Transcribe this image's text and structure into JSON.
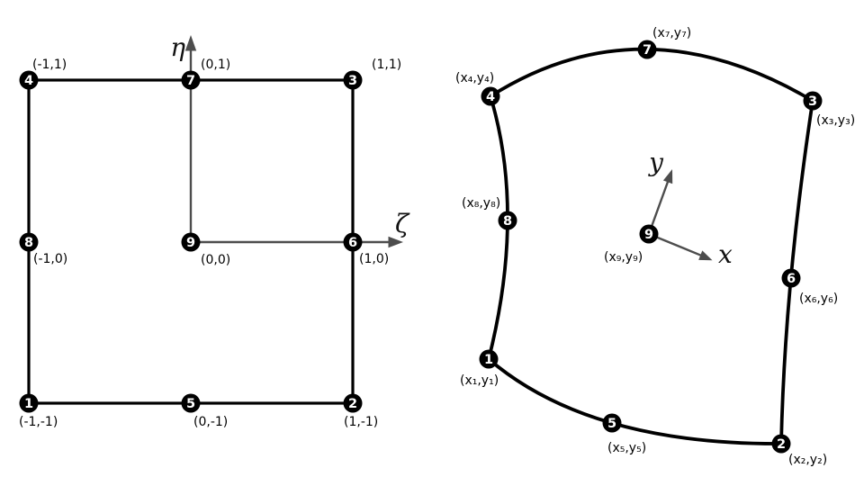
{
  "figure": {
    "left": {
      "axes": {
        "horizontal": "ζ",
        "vertical": "η"
      },
      "nodes": [
        {
          "id": "1",
          "coord": "(-1,-1)"
        },
        {
          "id": "2",
          "coord": "(1,-1)"
        },
        {
          "id": "3",
          "coord": "(1,1)"
        },
        {
          "id": "4",
          "coord": "(-1,1)"
        },
        {
          "id": "5",
          "coord": "(0,-1)"
        },
        {
          "id": "6",
          "coord": "(1,0)"
        },
        {
          "id": "7",
          "coord": "(0,1)"
        },
        {
          "id": "8",
          "coord": "(-1,0)"
        },
        {
          "id": "9",
          "coord": "(0,0)"
        }
      ]
    },
    "right": {
      "axes": {
        "horizontal": "x",
        "vertical": "y"
      },
      "nodes": [
        {
          "id": "1",
          "coord": "(x₁,y₁)"
        },
        {
          "id": "2",
          "coord": "(x₂,y₂)"
        },
        {
          "id": "3",
          "coord": "(x₃,y₃)"
        },
        {
          "id": "4",
          "coord": "(x₄,y₄)"
        },
        {
          "id": "5",
          "coord": "(x₅,y₅)"
        },
        {
          "id": "6",
          "coord": "(x₆,y₆)"
        },
        {
          "id": "7",
          "coord": "(x₇,y₇)"
        },
        {
          "id": "8",
          "coord": "(x₈,y₈)"
        },
        {
          "id": "9",
          "coord": "(x₉,y₉)"
        }
      ]
    },
    "colors": {
      "edge": "#000000",
      "axis": "#4d4d4d",
      "node_fill": "#000000",
      "node_text": "#ffffff",
      "background": "#ffffff"
    }
  }
}
